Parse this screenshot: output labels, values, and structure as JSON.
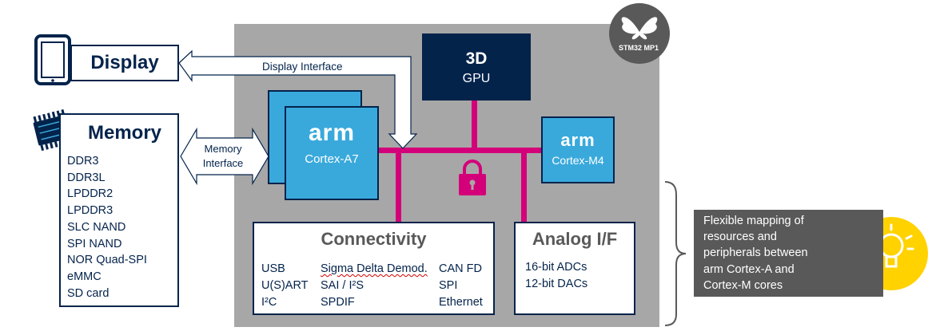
{
  "display": {
    "label": "Display",
    "interface_label": "Display Interface"
  },
  "memory": {
    "title": "Memory",
    "interface_label_line1": "Memory",
    "interface_label_line2": "Interface",
    "items": [
      "DDR3",
      "DDR3L",
      "LPDDR2",
      "LPDDR3",
      "SLC NAND",
      "SPI NAND",
      "NOR Quad-SPI",
      "eMMC",
      "SD card"
    ]
  },
  "cpu_a": {
    "brand": "arm",
    "name": "Cortex-A7"
  },
  "gpu": {
    "title": "3D",
    "subtitle": "GPU"
  },
  "cpu_m": {
    "brand": "arm",
    "name": "Cortex-M4"
  },
  "connectivity": {
    "title": "Connectivity",
    "col1": [
      "USB",
      "U(S)ART",
      "I²C"
    ],
    "col2": [
      "Sigma Delta Demod.",
      "SAI / I²S",
      "SPDIF"
    ],
    "col3": [
      "CAN FD",
      "SPI",
      "Ethernet"
    ]
  },
  "analog": {
    "title": "Analog I/F",
    "items": [
      "16-bit ADCs",
      "12-bit DACs"
    ]
  },
  "callout": {
    "lines": [
      "Flexible mapping of",
      "resources and",
      "peripherals between",
      "arm Cortex-A and",
      "Cortex-M cores"
    ]
  },
  "badge": {
    "text": "STM32 MP1"
  },
  "colors": {
    "navy": "#03234b",
    "arm_blue": "#39a9dc",
    "bus_magenta": "#d4007a",
    "soc_grey": "#a7a7a7",
    "callout_grey": "#595959",
    "bulb_yellow": "#ffd200"
  }
}
